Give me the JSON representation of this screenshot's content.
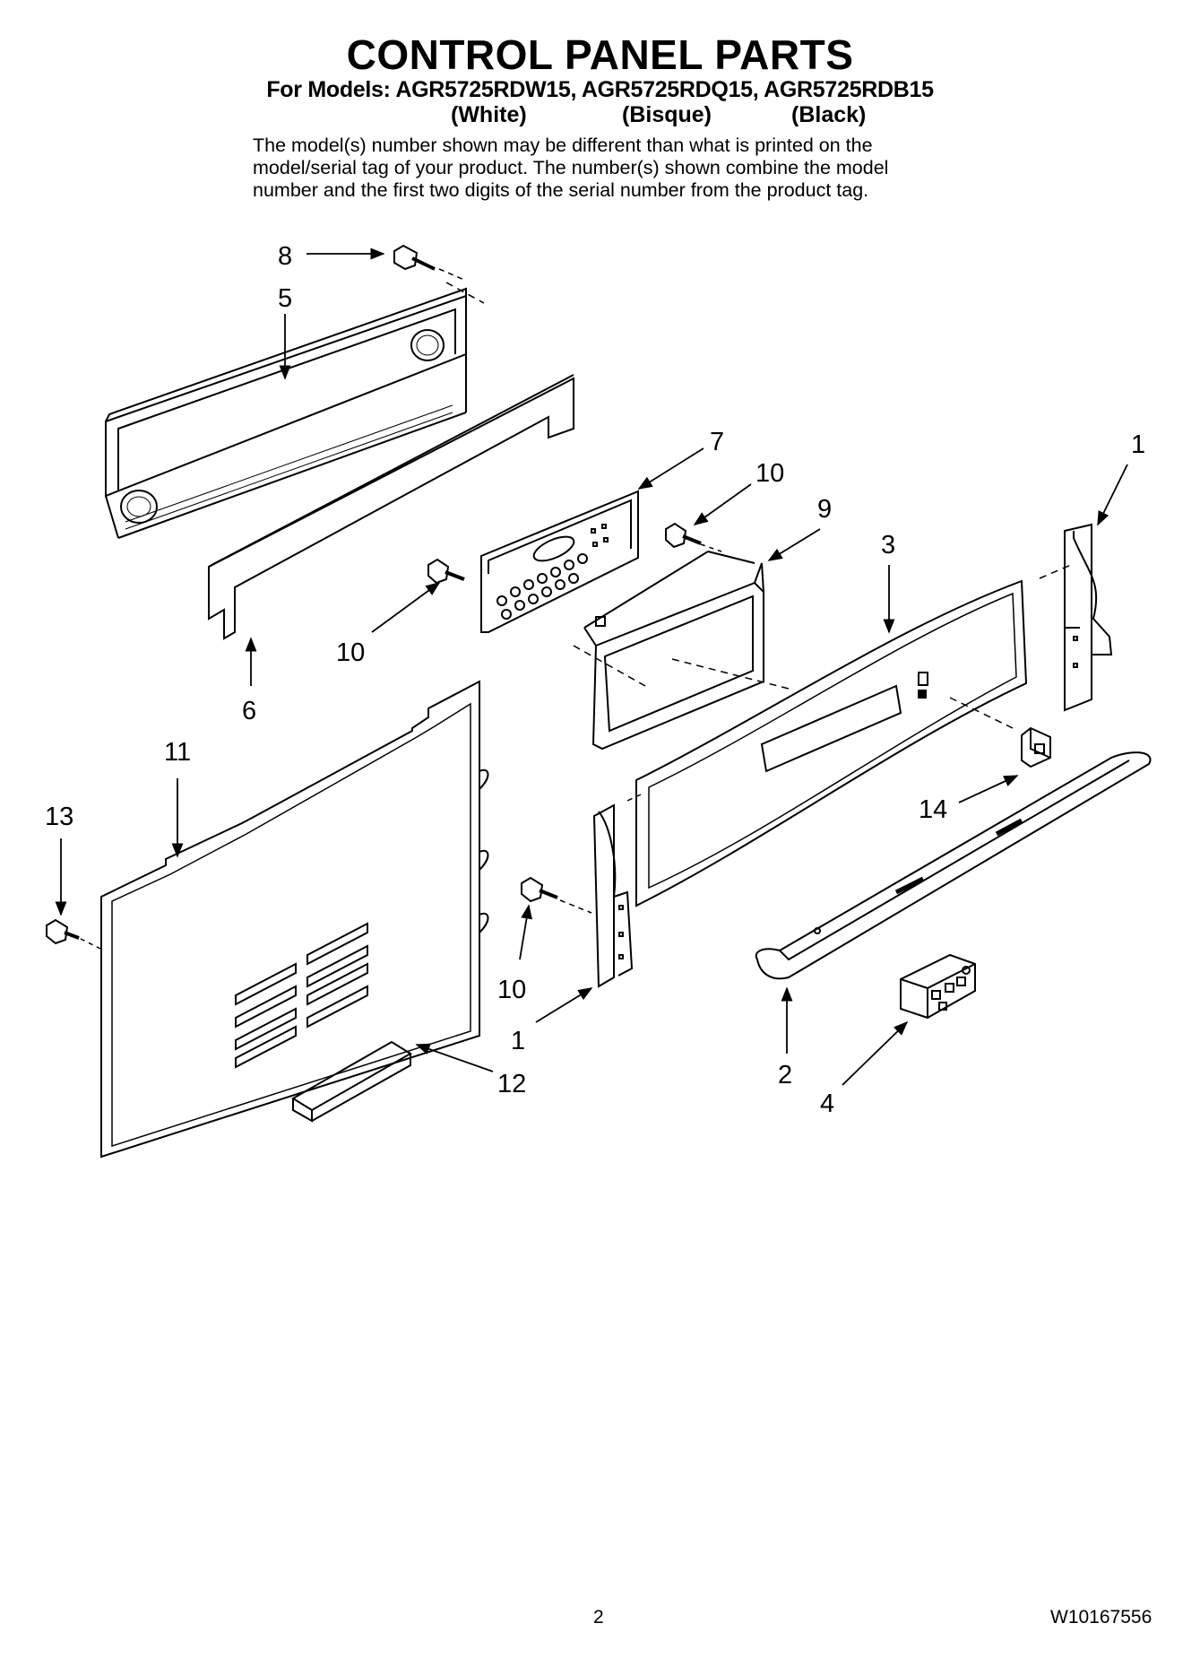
{
  "header": {
    "title": "CONTROL PANEL PARTS",
    "models_line": "For Models: AGR5725RDW15, AGR5725RDQ15, AGR5725RDB15",
    "colors": [
      "(White)",
      "(Bisque)",
      "(Black)"
    ],
    "note_lines": [
      "The model(s) number shown may be different than what is printed on the",
      "model/serial tag of your product. The number(s) shown combine the model",
      "number and the first two digits of the serial number from the product tag."
    ]
  },
  "callouts": {
    "c8": "8",
    "c5": "5",
    "c6": "6",
    "c7": "7",
    "c10a": "10",
    "c10b": "10",
    "c9": "9",
    "c3": "3",
    "c1a": "1",
    "c11": "11",
    "c13": "13",
    "c14": "14",
    "c10c": "10",
    "c1b": "1",
    "c12": "12",
    "c2": "2",
    "c4": "4"
  },
  "footer": {
    "page": "2",
    "doc_number": "W10167556"
  }
}
